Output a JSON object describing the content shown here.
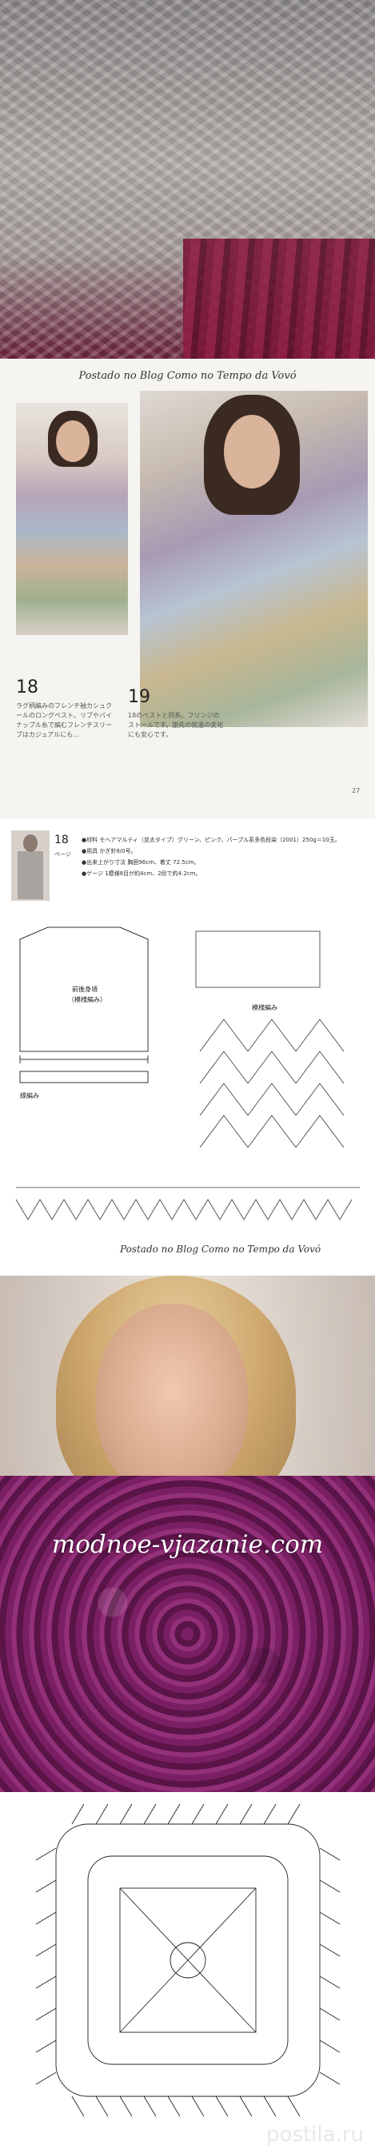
{
  "magazine_page": {
    "blog_caption": "Postado no Blog Como no Tempo da Vovó",
    "item_a_number": "18",
    "item_b_number": "19",
    "item_a_text": "ラグ柄編みのフレンチ袖カシュクールのロングベスト。リブやパイナップル糸で編むフレンチスリーブはカジュアルにも…",
    "item_b_text": "18のベストと同系。フリンジのストールです。旅先の気温の変化にも安心です。",
    "page_number": "27"
  },
  "pattern_page": {
    "item_number": "18",
    "page_ref": "ページ",
    "materials_text": "●材料 モヘアマルティ（並太タイプ）グリーン、ピンク、パープル系多色段染（2001）250g＝10玉。",
    "tools_text": "●用具 かぎ針8/0号。",
    "size_text": "●出来上がり寸法 胸囲96cm、着丈 72.5cm。",
    "gauge_text": "●ゲージ 1模様8目が約4cm、2段で約4.2cm。",
    "body_label": "前後身頃",
    "body_sublabel": "（模様編み）",
    "edge_label": "縁編み",
    "pattern_label": "模様編み",
    "blog_caption": "Postado no Blog Como no Tempo da Vovó"
  },
  "scarf_photo": {
    "watermark": "modnoe-vjazanie.com"
  },
  "motif_chart": {
    "site_mark": "postila.ru"
  },
  "colors": {
    "scarf": "#7a1f63",
    "fabric": "#7a1638"
  }
}
